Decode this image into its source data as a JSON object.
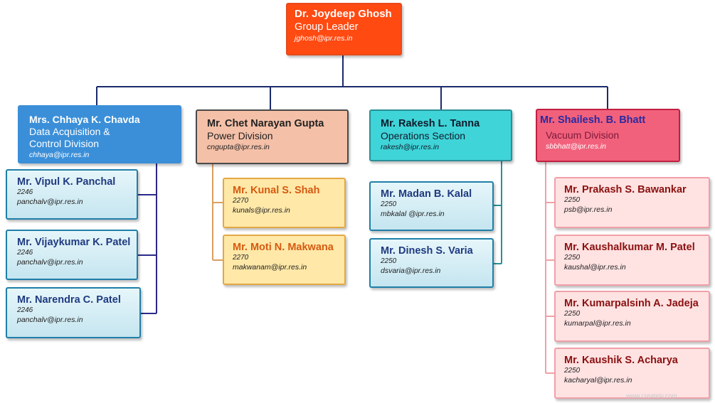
{
  "root": {
    "name": "Dr. Joydeep Ghosh",
    "role": "Group Leader",
    "email": "jghosh@ipr.res.in"
  },
  "divisions": [
    {
      "head": "Mrs. Chhaya K. Chavda",
      "role_line1": "Data Acquisition &",
      "role_line2": "Control Division",
      "email": "chhaya@ipr.res.in",
      "members": [
        {
          "name": "Mr. Vipul K. Panchal",
          "ext": "2246",
          "email": "panchalv@ipr.res.in"
        },
        {
          "name": "Mr. Vijaykumar K. Patel",
          "ext": "2246",
          "email": "panchalv@ipr.res.in"
        },
        {
          "name": "Mr. Narendra C. Patel",
          "ext": "2246",
          "email": "panchalv@ipr.res.in"
        }
      ]
    },
    {
      "head": "Mr. Chet Narayan Gupta",
      "role": "Power Division",
      "email": "cngupta@ipr.res.in",
      "members": [
        {
          "name": "Mr. Kunal S. Shah",
          "ext": "2270",
          "email": "kunals@ipr.res.in"
        },
        {
          "name": "Mr. Moti N. Makwana",
          "ext": "2270",
          "email": "makwanam@ipr.res.in"
        }
      ]
    },
    {
      "head": "Mr. Rakesh L. Tanna",
      "role": "Operations Section",
      "email": "rakesh@ipr.res.in",
      "members": [
        {
          "name": "Mr. Madan B. Kalal",
          "ext": "2250",
          "email": "mbkalal @ipr.res.in"
        },
        {
          "name": "Mr. Dinesh S. Varia",
          "ext": "2250",
          "email": "dsvaria@ipr.res.in"
        }
      ]
    },
    {
      "head": "Mr. Shailesh. B. Bhatt",
      "role": "Vacuum Division",
      "email": "sbbhatt@ipr.res.in",
      "members": [
        {
          "name": "Mr. Prakash S. Bawankar",
          "ext": "2250",
          "email": "psb@ipr.res.in"
        },
        {
          "name": "Mr. Kaushalkumar M. Patel",
          "ext": "2250",
          "email": "kaushal@ipr.res.in"
        },
        {
          "name": "Mr. Kumarpalsinh A. Jadeja",
          "ext": "2250",
          "email": "kumarpal@ipr.res.in"
        },
        {
          "name": "Mr. Kaushik S. Acharya",
          "ext": "2250",
          "email": "kacharyal@ipr.res.in"
        }
      ]
    }
  ],
  "watermark": "www.creately.com",
  "colors": {
    "root": "#ff4a12",
    "daq": "#3b8fd8",
    "power": "#f5c0a8",
    "operations": "#3fd4d8",
    "vacuum": "#f2617c",
    "connector_main": "#1a2a6c",
    "connector_daq": "#2a2a8a",
    "connector_power": "#d8a060",
    "connector_ops": "#2a8f96",
    "connector_vacuum": "#f0a0a8"
  }
}
